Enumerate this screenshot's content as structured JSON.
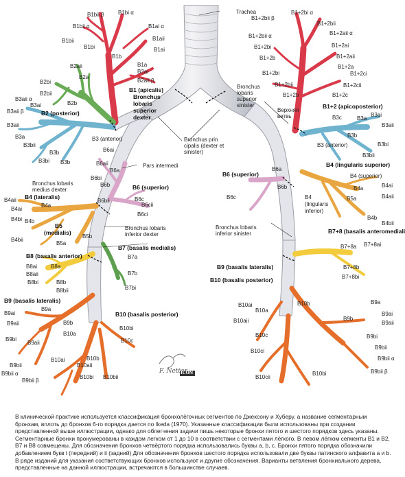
{
  "labels": {
    "trachea": "Trachea",
    "r_b1bii_beta": "B1bii β",
    "r_b1bi_alpha": "B1bi α",
    "r_b1bii_alpha": "B1bii α",
    "r_b1ai_alpha": "B1ai α",
    "r_b1bii": "B1bii",
    "r_b1aii": "B1aii",
    "r_b1bi": "B1bi",
    "r_b1ai": "B1ai",
    "r_b1b": "B1b",
    "r_b1a": "B1a",
    "r_b2aii": "B2aii",
    "r_b2ai": "B2ai",
    "r_b2aii_beta": "B2aii β",
    "r_b2a": "B2a",
    "r_b2bi": "B2bi",
    "r_b2bii": "B2bii",
    "r_b2b": "B2b",
    "r_apicalis": "B1 (apicalis)",
    "r_bronchus_lobaris": "Bronchus",
    "r_bronchus_lobaris2": "lobaris",
    "r_superior_dexter": "superior",
    "r_superior_dexter2": "dexter",
    "r_b3aii_alpha": "B3aii α",
    "r_b3ai": "B3ai",
    "r_b3aii_beta": "B3aii β",
    "r_posterior": "B2 (posterior)",
    "r_b3aii": "B3aii",
    "r_b3a": "B3a",
    "r_b3_anterior": "B3 (anterior)",
    "r_b3bii": "B3bii",
    "r_b3b": "B3b",
    "r_b3bi": "B3bi",
    "r_b6aii": "B6aii",
    "r_b6ai": "B6ai",
    "r_b6a": "B6a",
    "r_b6bi": "B6bi",
    "r_b6b": "B6b",
    "r_pars_intermedi": "Pars intermedi",
    "r_bronchus_medius": "Bronchus lobaris",
    "r_bronchus_medius2": "medius dexter",
    "r_b4lateralis": "B4 (lateralis)",
    "r_b4aii": "B4aii",
    "r_b4ai": "B4ai",
    "r_b4a": "B4a",
    "r_b6_superior": "B6 (superior)",
    "r_b6c": "B6c",
    "r_b6cii": "B6cii",
    "r_b6ci": "B6ci",
    "r_b6bii": "B6bii",
    "r_b4bi": "B4bi",
    "r_b4b": "B4b",
    "r_b5": "B5",
    "r_medialis": "(medialis)",
    "r_b5b": "B5b",
    "r_b4bii": "B4bii",
    "r_b5a": "B5a",
    "r_bronchus_inf": "Bronchus lobaris",
    "r_bronchus_inf2": "inferior dexter",
    "r_b7_basalis_medialis": "B7 (basalis medialis)",
    "r_b8_basalis_anterior": "B8 (basalis anterior)",
    "r_b8ai": "B8ai",
    "r_b8a": "B8a",
    "r_b8aii": "B8aii",
    "r_b7a": "B7a",
    "r_b8bi": "B8bi",
    "r_b8b": "B8b",
    "r_b8bii": "B8bii",
    "r_b7b": "B7b",
    "r_b7bi": "B7bi",
    "r_b9_basalis_lateralis": "B9 (basalis lateralis)",
    "r_b9a": "B9a",
    "r_b9ai": "B9ai",
    "r_b9aii": "B9aii",
    "r_b10_basalis_posterior": "B10 (basalis posterior)",
    "r_b9b": "B9b",
    "r_b9bi": "B9bi",
    "r_b9aii_2": "B9aii",
    "r_b10bi": "B10bi",
    "r_b10a": "B10a",
    "r_b10ai": "B10ai",
    "r_b10aii": "B10aii",
    "r_b10b": "B10b",
    "r_b10c": "B10c",
    "r_b10bii": "B10bii",
    "r_b9bii": "B9bii",
    "r_b9bii_alpha": "B9bii α",
    "r_b9bii_beta": "B9bii β",
    "l_b12bi": "B1+2bi α",
    "l_b12bii_b": "B1+2bii β",
    "l_b12bii": "B1+2bii",
    "l_b12bii_a": "B1+2bii α",
    "l_b12aii_a": "B1+2aii α",
    "l_b12bi_2": "B1+2bi",
    "l_b12ai": "B1+2ai",
    "l_b12b": "B1+2b",
    "l_b12aii": "B1+2aii",
    "l_b12a": "B1+2a",
    "l_b12ci": "B1+2ci",
    "l_b12c": "B1+2c",
    "l_b12cii": "B1+2cii",
    "l_b12bii_3": "B1+2bii",
    "l_b12bi_3": "B1+2bi",
    "l_bronchus_lobaris": "Bronchus",
    "l_bronchus_lobaris2": "lobaris",
    "l_bronchus_lobaris3": "superior",
    "l_bronchus_lobaris4": "sinister",
    "l_verkhnyaya": "Верхняя",
    "l_vetv": "ветвь",
    "l_apicoposterior": "B1+2 (apicoposterior)",
    "l_b3c": "B3c",
    "l_b3a": "B3a",
    "l_b3ai": "B3ai",
    "l_b3aii": "B3aii",
    "l_b3b": "B3b",
    "l_b3bi": "B3bi",
    "l_b3_anterior": "B3 (anterior)",
    "l_b3bii": "B3bii",
    "bronchus_principalis": "Bronchus prin",
    "bronchus_principalis2": "cipalis (dexter et",
    "bronchus_principalis3": "sinister)",
    "l_b4_lingularis_superior": "B4 (lingularis superior)",
    "l_b6_superior": "B6 (superior)",
    "l_b6a": "B6a",
    "l_b4_superior": "B4 (superior)",
    "l_b4ai": "B4ai",
    "l_b4a": "B4a",
    "l_b4aii": "B4aii",
    "l_b6b": "B6b",
    "l_b4": "B4",
    "l_lingularis": "(lingularis",
    "l_inferior": "inferior)",
    "l_b6c": "B6c",
    "l_b5a": "B5a",
    "l_b4b": "B4b",
    "l_b4bii": "B4bii",
    "l_b78_basalis": "B7+8 (basalis anteromedialis)",
    "l_bronchus_inf": "Bronchus lobaris",
    "l_bronchus_inf2": "inferior sinister",
    "l_b78a": "B7+8a",
    "l_b78ai": "B7+8ai",
    "l_b9_basalis_lateralis": "B9 (basalis lateralis)",
    "l_b78b": "B7+8b",
    "l_b78bi": "B7+8bi",
    "l_b10_basalis_posterior": "B10 (basalis posterior)",
    "l_b9a": "B9a",
    "l_b9ai": "B9ai",
    "l_b9aii": "B9aii",
    "l_b10ai": "B10ai",
    "l_b10a": "B10a",
    "l_b10b": "B10b",
    "l_b9b": "B9b",
    "l_b9bi": "B9bi",
    "l_b10aii": "B10aii",
    "l_b10c": "B10c",
    "l_b9bii": "B9bii",
    "l_b10ci": "B10ci",
    "l_b9bii_alpha": "B9bii α",
    "l_b10cii": "B10cii",
    "l_b10bi": "B10bi",
    "l_b9bii_beta": "B9bii β"
  },
  "caption": "В клинической практике используется классификация бронхолёгочных сегментов по Джексону и Хуберу, а название сегментарным бронхам, вплоть до бронхов 6-го порядка дается по Ikeda (1970). Указанные классификации были использованы при создании представленной выше иллюстрации, однако для облегчения задачи пишь некоторые бронхи пятого и шестого порядков здесь указаны. Сегментарные бронхи пронумерованы в каждом легком от 1 до 10 в соответствии с сегментами лёгкого. В левом лёгком сегменты B1 и B2, B7 и B8 совмещены. Для обозначения бронхов четвёртого порядка использовались буквы a, b, c. Бронхи пятого порядка обозначили добавлением букв i (передний) и ii (задний) Для обозначения бронхов шестого порядка использовали две буквы патинского алфавита a и b. В ряде изданий для указания соответствующих бронхов используют и другие обозначения. Варианты ветвления бронхиального дерева, представленные на данной иллюстрации, встречаются в большинстве случаев.",
  "signature": "F. Netter",
  "publisher": "ICON"
}
